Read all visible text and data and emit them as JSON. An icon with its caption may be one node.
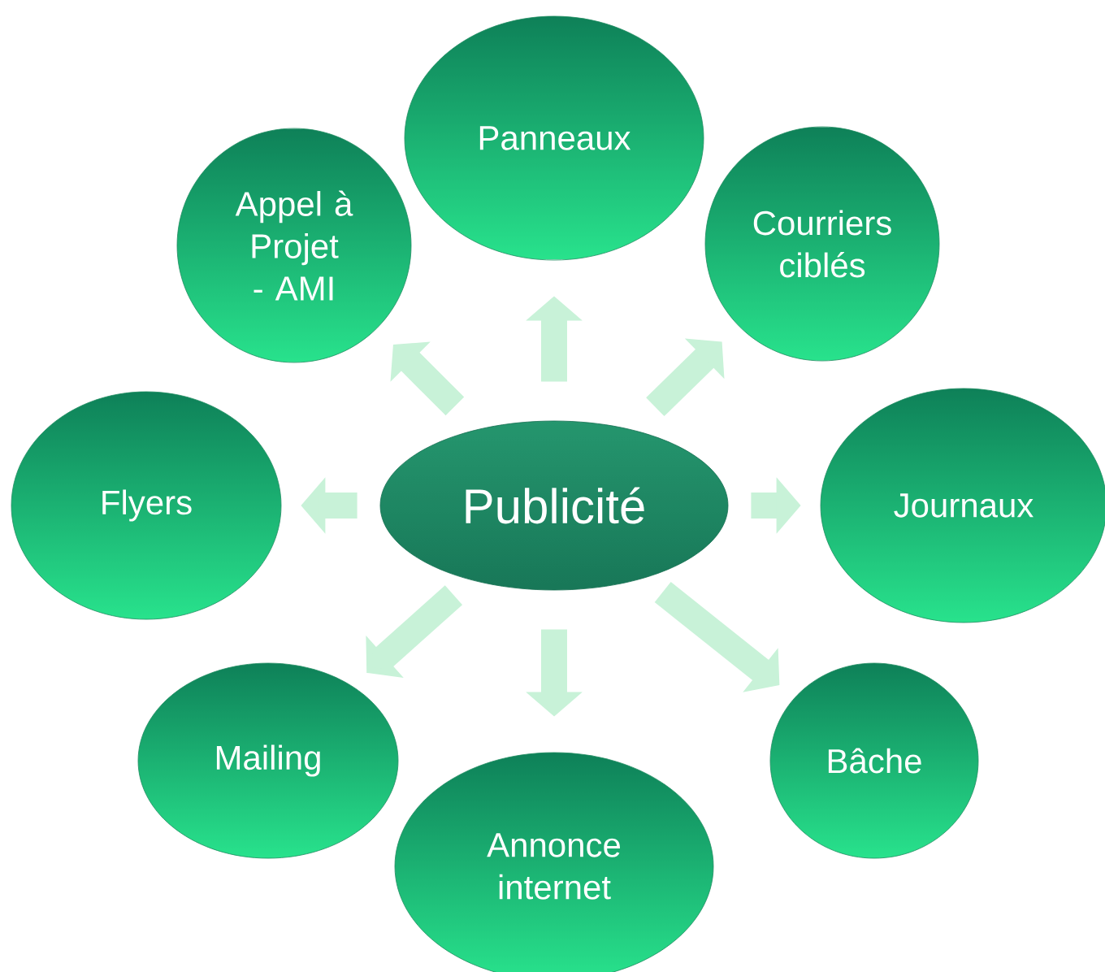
{
  "diagram": {
    "nodes": [
      {
        "text": [
          "Publicité"
        ]
      },
      {
        "text": [
          "Panneaux"
        ]
      },
      {
        "text": [
          "Appel à Projet - AMI"
        ]
      },
      {
        "text": [
          "Courriers ciblés"
        ]
      },
      {
        "text": [
          "Flyers"
        ]
      },
      {
        "text": [
          "Journaux"
        ]
      },
      {
        "text": [
          "Mailing"
        ]
      },
      {
        "text": [
          "Bâche"
        ]
      },
      {
        "text": [
          "Annonce internet"
        ]
      }
    ],
    "edges": [
      {
        "from": 0,
        "to": 1,
        "arrow": "to"
      },
      {
        "from": 0,
        "to": 2,
        "arrow": "to"
      },
      {
        "from": 0,
        "to": 3,
        "arrow": "to"
      },
      {
        "from": 0,
        "to": 4,
        "arrow": "to"
      },
      {
        "from": 0,
        "to": 5,
        "arrow": "to"
      },
      {
        "from": 0,
        "to": 6,
        "arrow": "to"
      },
      {
        "from": 0,
        "to": 7,
        "arrow": "to"
      },
      {
        "from": 0,
        "to": 8,
        "arrow": "to"
      }
    ]
  }
}
